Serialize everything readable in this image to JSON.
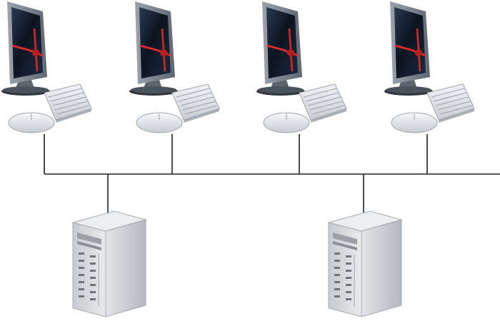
{
  "diagram": {
    "type": "network-bus-topology",
    "nodes": [
      {
        "id": "pc-1",
        "kind": "workstation",
        "icon": "desktop-computer-icon"
      },
      {
        "id": "pc-2",
        "kind": "workstation",
        "icon": "desktop-computer-icon"
      },
      {
        "id": "pc-3",
        "kind": "workstation",
        "icon": "desktop-computer-icon"
      },
      {
        "id": "pc-4",
        "kind": "workstation",
        "icon": "desktop-computer-icon"
      },
      {
        "id": "server-1",
        "kind": "server",
        "icon": "server-tower-icon"
      },
      {
        "id": "server-2",
        "kind": "server",
        "icon": "server-tower-icon"
      }
    ],
    "colors": {
      "line": "#222222",
      "screen": "#0d1420",
      "screen_accent": "#d42a2a",
      "monitor_frame": "#7d8791",
      "keyboard": "#dfe3e8",
      "server_front": "#dcdee1",
      "server_side": "#b9bdc3"
    }
  }
}
